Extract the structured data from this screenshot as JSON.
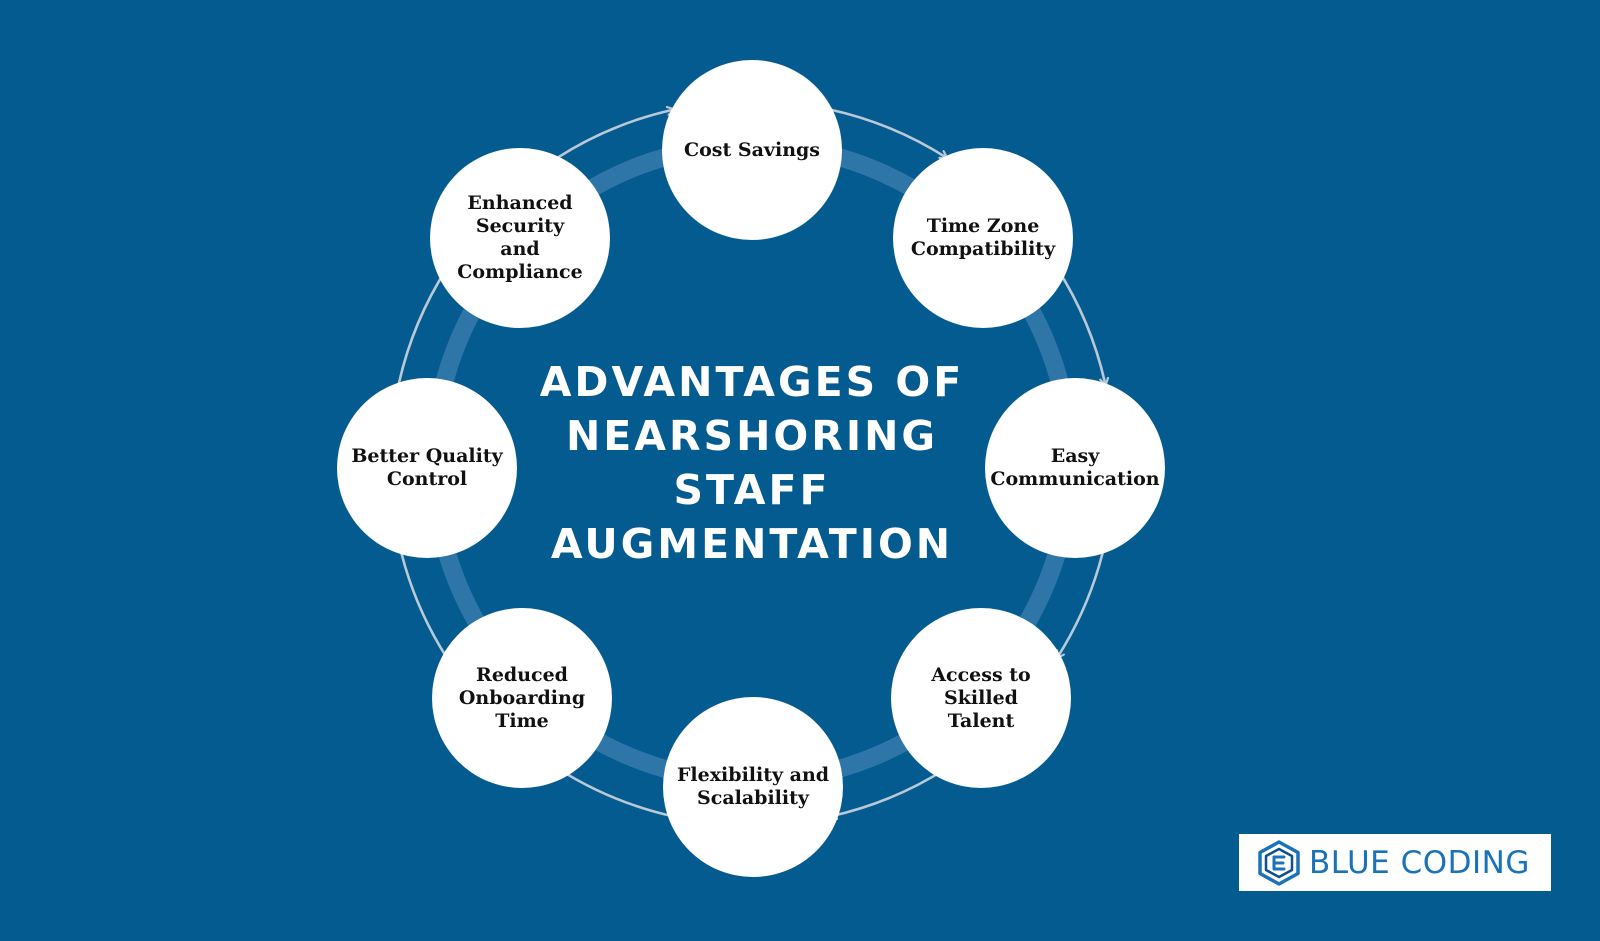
{
  "title": "ADVANTAGES OF\nNEARSHORING\nSTAFF\nAUGMENTATION",
  "advantages": [
    "Cost Savings",
    "Time Zone\nCompatibility",
    "Easy\nCommunication",
    "Access to Skilled\nTalent",
    "Flexibility and\nScalability",
    "Reduced\nOnboarding Time",
    "Better Quality\nControl",
    "Enhanced\nSecurity\nand Compliance"
  ],
  "logo": {
    "text": "BLUE CODING",
    "icon": "hexagon-e-logo-icon"
  },
  "colors": {
    "background": "#045b8f",
    "ring": "#3d7fb0",
    "node": "#ffffff",
    "arrow": "#b9c9d8",
    "logo": "#1a73b8"
  }
}
